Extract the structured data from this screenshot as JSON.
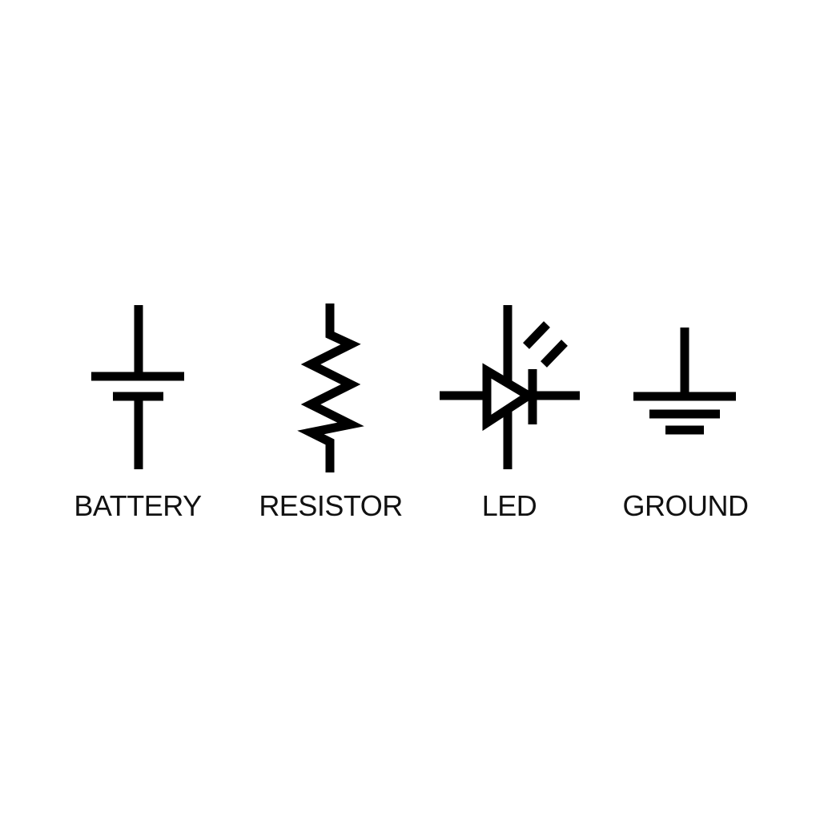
{
  "diagram": {
    "title": "",
    "background": "#ffffff",
    "stroke_color": "#000000",
    "symbols": [
      {
        "id": "battery",
        "label": "BATTERY",
        "icon": "battery-symbol"
      },
      {
        "id": "resistor",
        "label": "RESISTOR",
        "icon": "resistor-symbol"
      },
      {
        "id": "led",
        "label": "LED",
        "icon": "led-symbol"
      },
      {
        "id": "ground",
        "label": "GROUND",
        "icon": "ground-symbol"
      }
    ]
  }
}
